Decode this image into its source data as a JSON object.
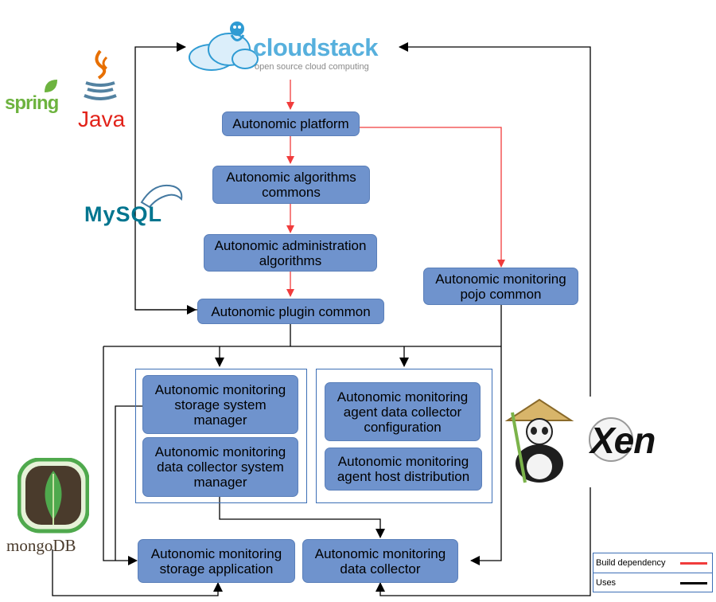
{
  "logos": {
    "cloudstack_name": "cloudstack",
    "cloudstack_tagline": "open source cloud computing",
    "spring": "spring",
    "java": "Java",
    "mysql": "MySQL",
    "mongodb": "mongoDB",
    "xen": "Xen"
  },
  "nodes": {
    "platform": "Autonomic platform",
    "algorithms_commons": [
      "Autonomic algorithms",
      "commons"
    ],
    "admin_algorithms": [
      "Autonomic administration",
      "algorithms"
    ],
    "plugin_common": "Autonomic plugin common",
    "pojo_common": [
      "Autonomic monitoring",
      "pojo common"
    ],
    "storage_system_manager": [
      "Autonomic monitoring",
      "storage system",
      "manager"
    ],
    "dc_system_manager": [
      "Autonomic monitoring",
      "data collector system",
      "manager"
    ],
    "agent_dc_config": [
      "Autonomic monitoring",
      "agent data collector",
      "configuration"
    ],
    "agent_host_dist": [
      "Autonomic monitoring",
      "agent host distribution"
    ],
    "storage_application": [
      "Autonomic monitoring",
      "storage application"
    ],
    "data_collector": [
      "Autonomic monitoring",
      "data collector"
    ]
  },
  "legend": {
    "build": "Build dependency",
    "uses": "Uses"
  },
  "colors": {
    "node_fill": "#6f93cd",
    "build_dependency": "#f03c3c",
    "uses": "#000000",
    "group_border": "#3d6fb6"
  }
}
